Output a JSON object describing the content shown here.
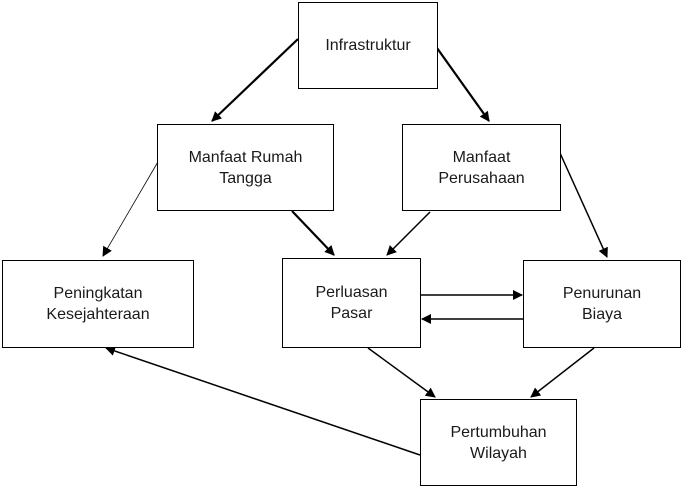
{
  "nodes": {
    "infrastruktur": "Infrastruktur",
    "manfaat_rumah_tangga": "Manfaat Rumah\nTangga",
    "manfaat_perusahaan": "Manfaat\nPerusahaan",
    "peningkatan_kesejahteraan": "Peningkatan\nKesejahteraan",
    "perluasan_pasar": "Perluasan\nPasar",
    "penurunan_biaya": "Penurunan\nBiaya",
    "pertumbuhan_wilayah": "Pertumbuhan\nWilayah"
  },
  "edges": [
    {
      "from": "infrastruktur",
      "to": "manfaat_rumah_tangga",
      "style": "thick"
    },
    {
      "from": "infrastruktur",
      "to": "manfaat_perusahaan",
      "style": "thick"
    },
    {
      "from": "manfaat_rumah_tangga",
      "to": "peningkatan_kesejahteraan",
      "style": "thin"
    },
    {
      "from": "manfaat_rumah_tangga",
      "to": "perluasan_pasar",
      "style": "thick"
    },
    {
      "from": "manfaat_perusahaan",
      "to": "perluasan_pasar",
      "style": "normal"
    },
    {
      "from": "manfaat_perusahaan",
      "to": "penurunan_biaya",
      "style": "normal"
    },
    {
      "from": "perluasan_pasar",
      "to": "penurunan_biaya",
      "style": "normal"
    },
    {
      "from": "penurunan_biaya",
      "to": "perluasan_pasar",
      "style": "normal"
    },
    {
      "from": "perluasan_pasar",
      "to": "pertumbuhan_wilayah",
      "style": "normal"
    },
    {
      "from": "penurunan_biaya",
      "to": "pertumbuhan_wilayah",
      "style": "normal"
    },
    {
      "from": "pertumbuhan_wilayah",
      "to": "peningkatan_kesejahteraan",
      "style": "normal"
    }
  ],
  "colors": {
    "stroke": "#000000",
    "text": "#1a1a1a",
    "background": "#ffffff"
  }
}
